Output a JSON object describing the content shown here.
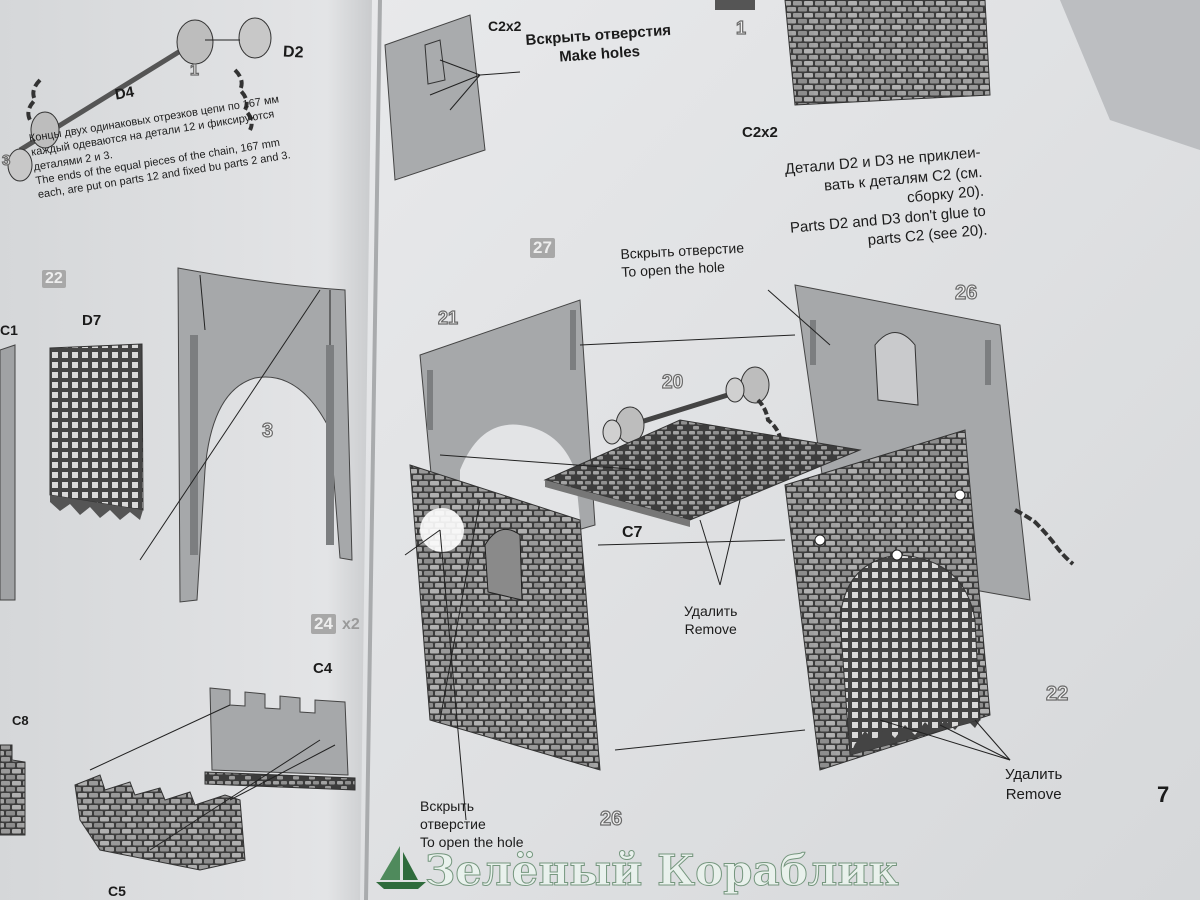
{
  "page_number": "7",
  "left_page": {
    "part_labels": {
      "d2": "D2",
      "d4": "D4",
      "d7": "D7",
      "c1": "C1",
      "c4": "C4",
      "c5": "C5",
      "c8": "C8"
    },
    "numbers": {
      "one": "1",
      "three": "3",
      "three_small": "3"
    },
    "step_badges": {
      "s22": "22",
      "s24": "24",
      "s24_mult": "x2"
    },
    "chain_note_ru": [
      "Концы двух одинаковых отрезков цепи по 167 мм",
      "каждый одеваются на детали 12 и фиксируются",
      "деталями 2 и 3."
    ],
    "chain_note_en": [
      "The ends of the equal pieces of the chain, 167 mm",
      "each, are put on parts 12 and fixed bu parts 2 and 3."
    ]
  },
  "right_page": {
    "step_badge": "27",
    "top_part_label": "C2x2",
    "top_instruction": [
      "Вскрыть отверстия",
      "Make holes"
    ],
    "top_number": "1",
    "wall_part_label": "C2x2",
    "note_ru": [
      "Детали D2 и D3 не приклеи-",
      "вать к деталям C2 (см.",
      "сборку 20)."
    ],
    "note_en": [
      "Parts D2 and D3 don't glue to",
      "parts C2 (see 20)."
    ],
    "note_ref_color": "#9a9a9a",
    "open_hole_top": [
      "Вскрыть отверстие",
      "To open the hole"
    ],
    "open_hole_bottom": [
      "Вскрыть",
      "отверстие",
      "To open the hole"
    ],
    "remove_center": [
      "Удалить",
      "Remove"
    ],
    "remove_right": [
      "Удалить",
      "Remove"
    ],
    "part_numbers": {
      "p21": "21",
      "p26_top": "26",
      "p20": "20",
      "p22": "22",
      "p26_bottom": "26"
    },
    "c7_label": "C7"
  },
  "watermark": {
    "text": "Зелёный Кораблик",
    "color": "#2f6b3c"
  }
}
